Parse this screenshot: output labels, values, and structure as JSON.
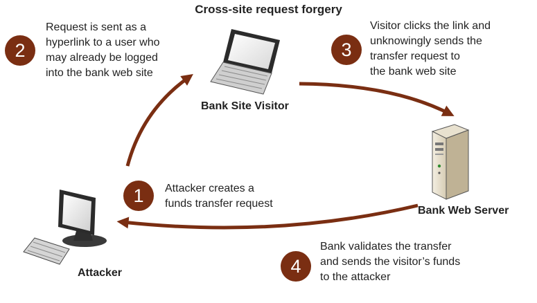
{
  "title": "Cross-site request forgery",
  "nodes": {
    "visitor": "Bank Site Visitor",
    "server": "Bank Web Server",
    "attacker": "Attacker"
  },
  "steps": [
    {
      "number": "1",
      "text": "Attacker creates a\nfunds transfer request"
    },
    {
      "number": "2",
      "text": "Request is sent as a\nhyperlink to a user who\nmay already be logged\ninto the bank web site"
    },
    {
      "number": "3",
      "text": "Visitor clicks the link and\nunknowingly sends the\ntransfer request to\nthe bank web site"
    },
    {
      "number": "4",
      "text": "Bank validates the transfer\nand sends the visitor’s funds\nto the attacker"
    }
  ],
  "colors": {
    "accent": "#7a2e12",
    "arrow": "#7a2e12"
  },
  "icons": [
    "laptop-icon",
    "server-icon",
    "desktop-computer-icon"
  ]
}
